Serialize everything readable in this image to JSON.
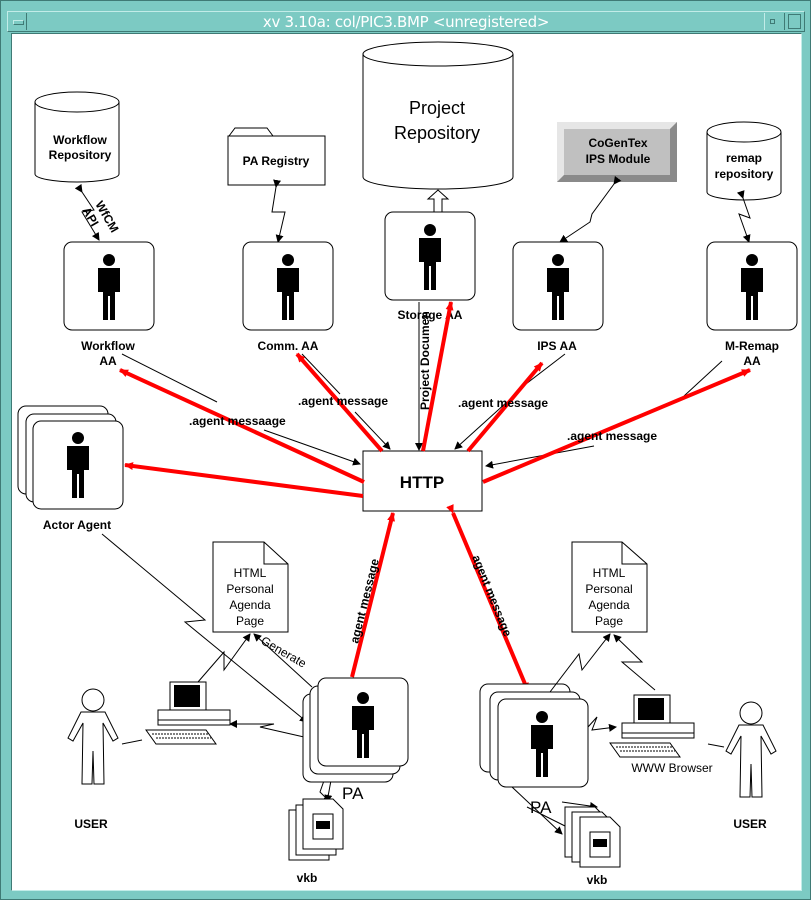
{
  "window": {
    "title": "xv 3.10a: col/PIC3.BMP <unregistered>",
    "frame_color": "#7ccac3"
  },
  "diagram": {
    "colors": {
      "agent_message_line": "#ff0000",
      "stroke": "#000000",
      "ips_module_fill": "#c0c0c0"
    },
    "repositories": {
      "workflow": [
        "Workflow",
        "Repository"
      ],
      "project": [
        "Project",
        "Repository"
      ],
      "remap": [
        "remap",
        "repository"
      ]
    },
    "pa_registry": "PA Registry",
    "ips_module": [
      "CoGenTex",
      "IPS Module"
    ],
    "agents": {
      "workflow_aa": [
        "Workflow",
        "AA"
      ],
      "comm_aa": "Comm. AA",
      "storage_aa": "Storage AA",
      "ips_aa": "IPS AA",
      "mremap_aa": [
        "M-Remap",
        "AA"
      ],
      "actor_agent": "Actor Agent"
    },
    "http_hub": "HTTP",
    "link_labels": {
      "wfcm_api": [
        "WfCM",
        "API"
      ],
      "workflow_msg": ".agent messaage",
      "comm_msg": ".agent message",
      "project_doc": "Project Documen",
      "ips_msg": ".agent message",
      "mremap_msg": ".agent message",
      "left_pa_msg": "agent message",
      "right_pa_msg": "agent message",
      "generate": "Generate"
    },
    "agenda_pages": {
      "left": [
        "HTML",
        "Personal",
        "Agenda",
        "Page"
      ],
      "right": [
        "HTML",
        "Personal",
        "Agenda",
        "Page"
      ]
    },
    "pa_label": "PA",
    "user_label": "USER",
    "vkb_label": "vkb",
    "browser_label": "WWW Browser"
  }
}
